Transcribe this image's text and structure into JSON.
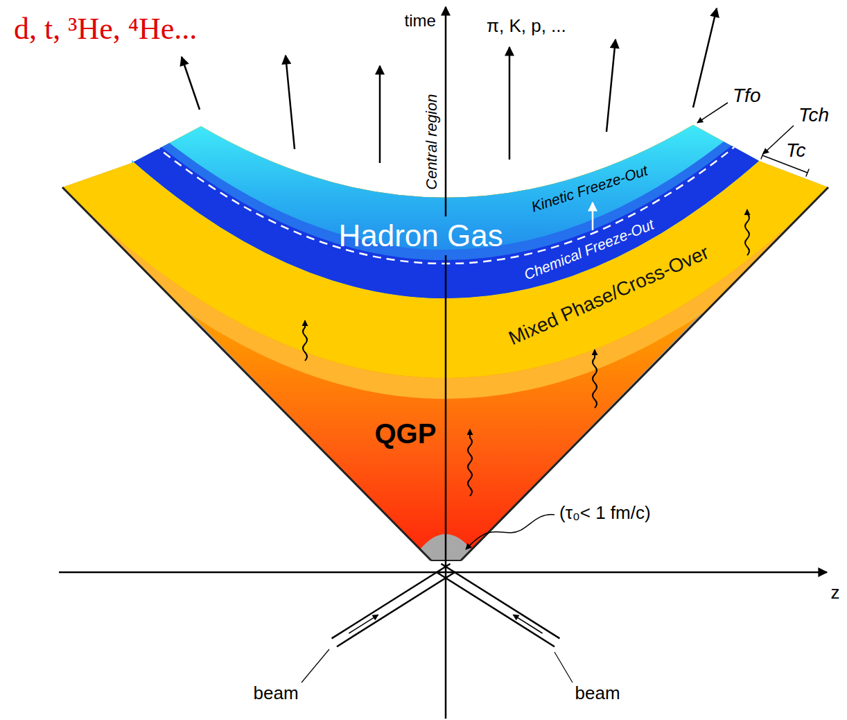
{
  "diagram": {
    "nodes": [
      {
        "text": [
          "Hadron Gas"
        ]
      },
      {
        "text": [
          "Mixed Phase/Cross-Over"
        ]
      },
      {
        "text": [
          "QGP"
        ]
      }
    ],
    "labels": [
      "d, t, ³He, ⁴He...",
      "time",
      "π, K, p, ...",
      "Tfo",
      "Central region",
      "Tch",
      "Kinetic Freeze-Out",
      "Tc",
      "Chemical Freeze-Out",
      "(τ₀< 1 fm/c)",
      "z",
      "beam",
      "beam"
    ]
  }
}
